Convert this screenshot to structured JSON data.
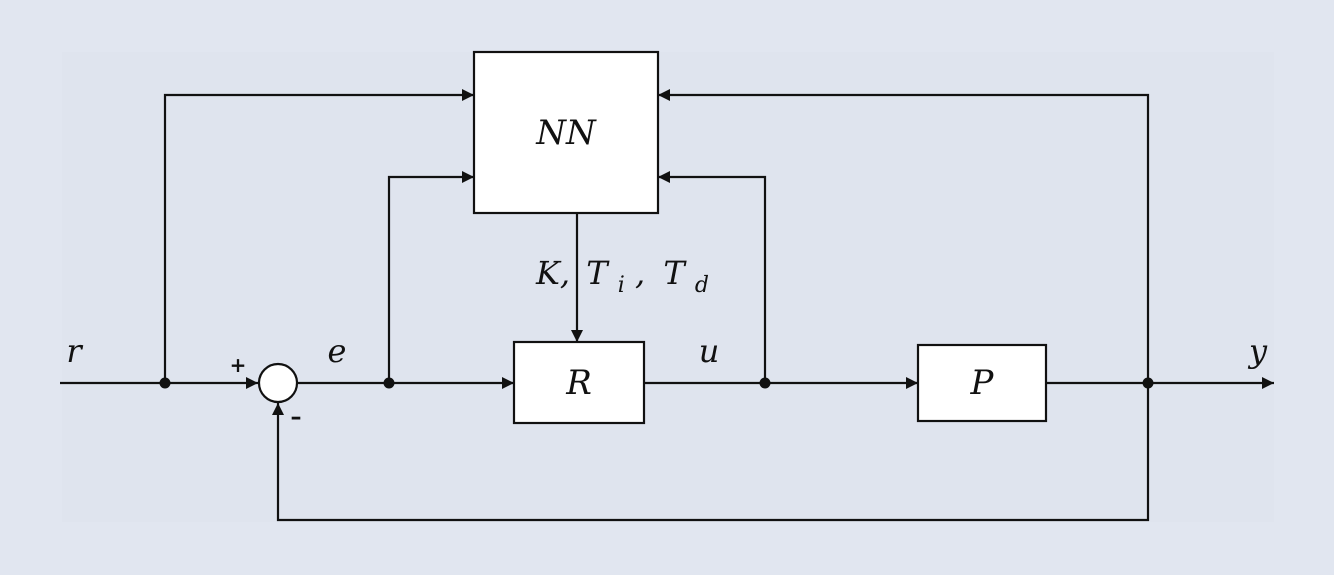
{
  "diagram": {
    "blocks": {
      "nn": "NN",
      "controller": "R",
      "plant": "P"
    },
    "signals": {
      "reference": "r",
      "error": "e",
      "control": "u",
      "output": "y"
    },
    "parameters": {
      "k": "K,",
      "ti_base": "T",
      "ti_sub": "i",
      "ti_comma": ",",
      "td_base": "T",
      "td_sub": "d"
    },
    "summing_junction": {
      "plus": "+",
      "minus": "–"
    },
    "colors": {
      "background": "#e1e6f0",
      "panel": "#dfe4ee",
      "block_fill": "#ffffff",
      "line": "#111111"
    }
  }
}
